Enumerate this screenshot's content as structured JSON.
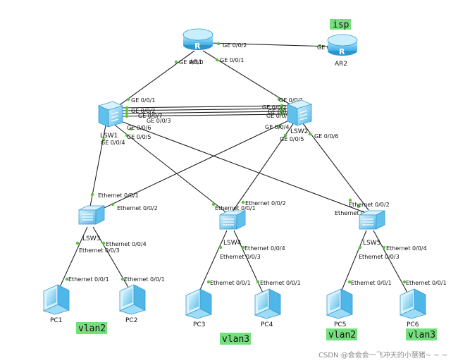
{
  "colors": {
    "device_fill": "#7fd0f2",
    "device_stroke": "#3a9bd1",
    "tag_bg": "#74e07c",
    "port_dot": "#58c43a",
    "link": "#222222"
  },
  "devices": {
    "ar1": {
      "label": "AR1",
      "icon": "router-icon"
    },
    "ar2": {
      "label": "AR2",
      "icon": "router-icon"
    },
    "lsw1": {
      "label": "LSW1",
      "icon": "core-switch-icon"
    },
    "lsw2": {
      "label": "LSW2",
      "icon": "core-switch-icon"
    },
    "lsw3": {
      "label": "LSW3",
      "icon": "access-switch-icon"
    },
    "lsw4": {
      "label": "LSW4",
      "icon": "access-switch-icon"
    },
    "lsw5": {
      "label": "LSW5",
      "icon": "access-switch-icon"
    },
    "pc1": {
      "label": "PC1",
      "icon": "pc-icon"
    },
    "pc2": {
      "label": "PC2",
      "icon": "pc-icon"
    },
    "pc3": {
      "label": "PC3",
      "icon": "pc-icon"
    },
    "pc4": {
      "label": "PC4",
      "icon": "pc-icon"
    },
    "pc5": {
      "label": "PC5",
      "icon": "pc-icon"
    },
    "pc6": {
      "label": "PC6",
      "icon": "pc-icon"
    }
  },
  "tags": {
    "isp": "isp",
    "vlan_a": "vlan2",
    "vlan_b": "vlan3",
    "vlan_c": "vlan2",
    "vlan_d": "vlan3"
  },
  "ports": {
    "ar1_ge002": "GE 0/0/2",
    "ar2_ge000": "GE 0/0/0",
    "ar1_ge000": "GE 0/0/0",
    "ar1_ge001": "GE 0/0/1",
    "lsw1_ge001": "GE 0/0/1",
    "lsw1_ge002": "GE 0/0/2",
    "lsw1_ge003": "GE 0/0/3",
    "lsw1_ge006": "GE 0/0/6",
    "lsw1_ge004": "GE 0/0/4",
    "lsw1_ge005": "GE 0/0/5",
    "lsw1_ge007": "GE 0/0/7",
    "lsw2_ge001": "GE 0/0/1",
    "lsw2_ge002": "GE 0/0/2",
    "lsw2_ge007": "GE 0/0/7",
    "lsw2_ge003": "GE 0/0/3",
    "lsw2_ge004": "GE 0/0/4",
    "lsw2_ge005": "GE 0/0/5",
    "lsw2_ge006": "GE 0/0/6",
    "lsw3_e001": "Ethernet 0/0/1",
    "lsw3_e002": "Ethernet 0/0/2",
    "lsw3_e004": "Ethernet 0/0/4",
    "lsw3_e003": "Ethernet 0/0/3",
    "lsw4_e001": "Ethernet 0/0/1",
    "lsw4_e002": "Ethernet 0/0/2",
    "lsw4_e004": "Ethernet 0/0/4",
    "lsw4_e003": "Ethernet 0/0/3",
    "lsw5_e002": "Ethernet 0/0/2",
    "lsw5_e001": "Ethernet 0/0/1",
    "lsw5_e004": "Ethernet 0/0/4",
    "lsw5_e003": "Ethernet 0/0/3",
    "pc1_e001": "Ethernet 0/0/1",
    "pc2_e001": "Ethernet 0/0/1",
    "pc3_e001": "Ethernet 0/0/1",
    "pc4_e001": "Ethernet 0/0/1",
    "pc5_e001": "Ethernet 0/0/1",
    "pc6_e001": "Ethernet 0/0/1"
  },
  "watermark": "CSDN @会会会一飞冲天的小慧猪~ ~ ~"
}
